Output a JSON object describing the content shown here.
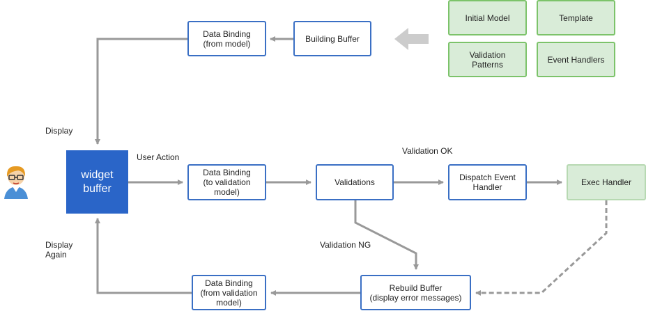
{
  "nodes": {
    "initial_model": "Initial Model",
    "template": "Template",
    "validation_patterns": "Validation\nPatterns",
    "event_handlers": "Event Handlers",
    "building_buffer": "Building Buffer",
    "data_binding_from_model": "Data Binding\n(from model)",
    "widget_buffer": "widget\nbuffer",
    "data_binding_to_validation": "Data Binding\n(to validation\nmodel)",
    "validations": "Validations",
    "dispatch_event_handler": "Dispatch Event\nHandler",
    "exec_handler": "Exec Handler",
    "rebuild_buffer": "Rebuild Buffer\n(display error messages)",
    "data_binding_from_validation": "Data Binding\n(from validation\nmodel)"
  },
  "labels": {
    "display": "Display",
    "user_action": "User Action",
    "validation_ok": "Validation OK",
    "validation_ng": "Validation NG",
    "display_again": "Display\nAgain"
  },
  "icons": {
    "user": "user-avatar-icon",
    "input_arrow": "big-left-arrow-icon"
  },
  "colors": {
    "node_border": "#3a6fc4",
    "widget_fill": "#2a65c8",
    "input_border": "#7cc36a",
    "input_fill": "#d9ecd8",
    "connector": "#999999"
  }
}
